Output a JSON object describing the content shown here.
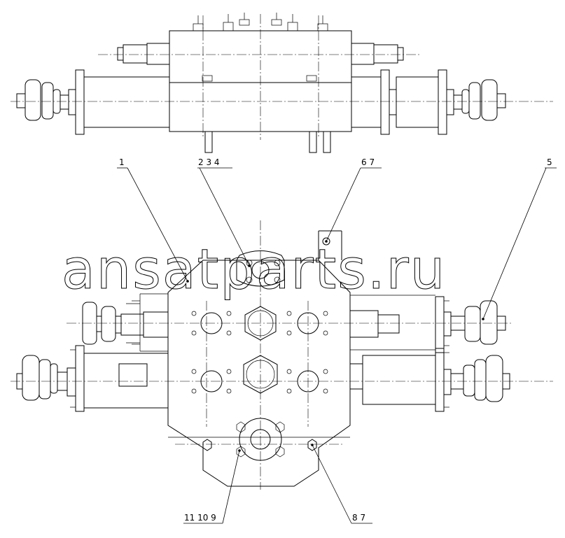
{
  "watermark": "ansatparts.ru",
  "callouts": [
    {
      "id": "c1",
      "text": "1"
    },
    {
      "id": "c2",
      "text": "2 3 4"
    },
    {
      "id": "c3",
      "text": "6 7"
    },
    {
      "id": "c4",
      "text": "5"
    },
    {
      "id": "c5",
      "text": "11 10 9"
    },
    {
      "id": "c6",
      "text": "8 7"
    }
  ]
}
